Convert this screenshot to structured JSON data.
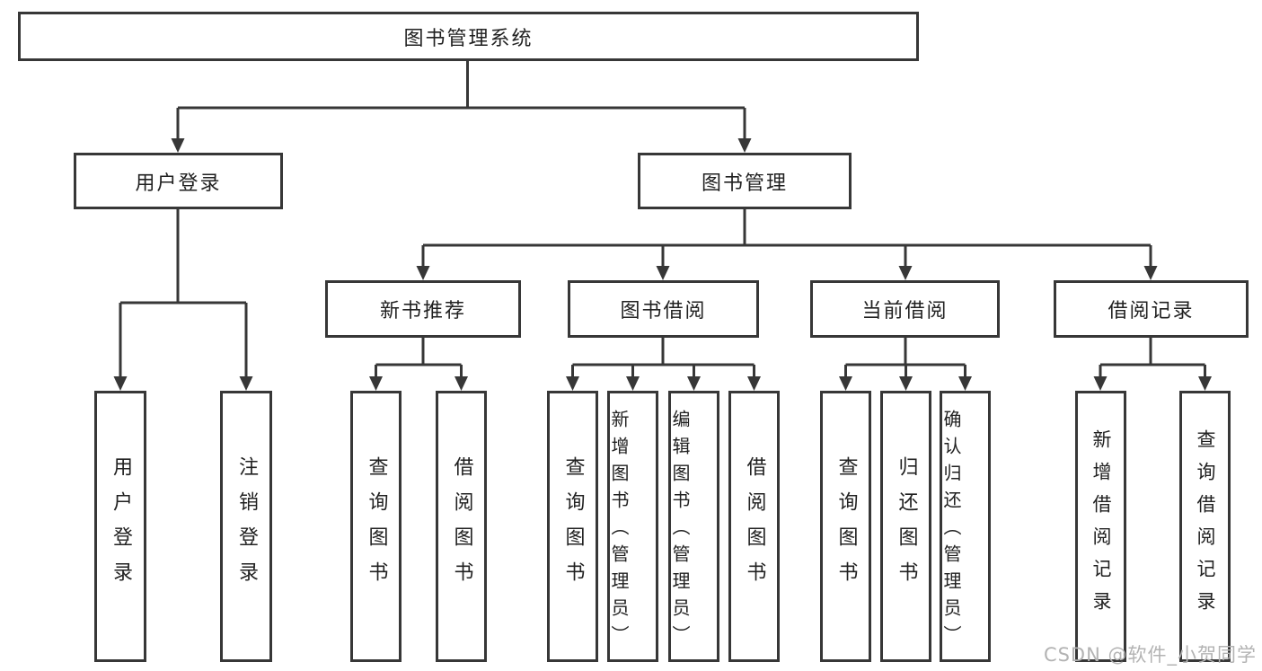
{
  "diagram": {
    "tree": {
      "root": {
        "label": "图书管理系统"
      },
      "level2": [
        {
          "label": "用户登录",
          "children": [
            {
              "label": "用户登录"
            },
            {
              "label": "注销登录"
            }
          ]
        },
        {
          "label": "图书管理",
          "children": [
            {
              "label": "新书推荐",
              "children": [
                {
                  "label": "查询图书"
                },
                {
                  "label": "借阅图书"
                }
              ]
            },
            {
              "label": "图书借阅",
              "children": [
                {
                  "label": "查询图书"
                },
                {
                  "label": "新增图书（管理员）"
                },
                {
                  "label": "编辑图书（管理员）"
                },
                {
                  "label": "借阅图书"
                }
              ]
            },
            {
              "label": "当前借阅",
              "children": [
                {
                  "label": "查询图书"
                },
                {
                  "label": "归还图书"
                },
                {
                  "label": "确认归还（管理员）"
                }
              ]
            },
            {
              "label": "借阅记录",
              "children": [
                {
                  "label": "新增借阅记录"
                },
                {
                  "label": "查询借阅记录"
                }
              ]
            }
          ]
        }
      ]
    }
  },
  "watermark": {
    "text": "CSDN @软件_小贺同学"
  },
  "colors": {
    "line": "#373737",
    "box_border": "#373737",
    "text": "#212121",
    "watermark": "#b3b3b3",
    "background": "#ffffff"
  }
}
